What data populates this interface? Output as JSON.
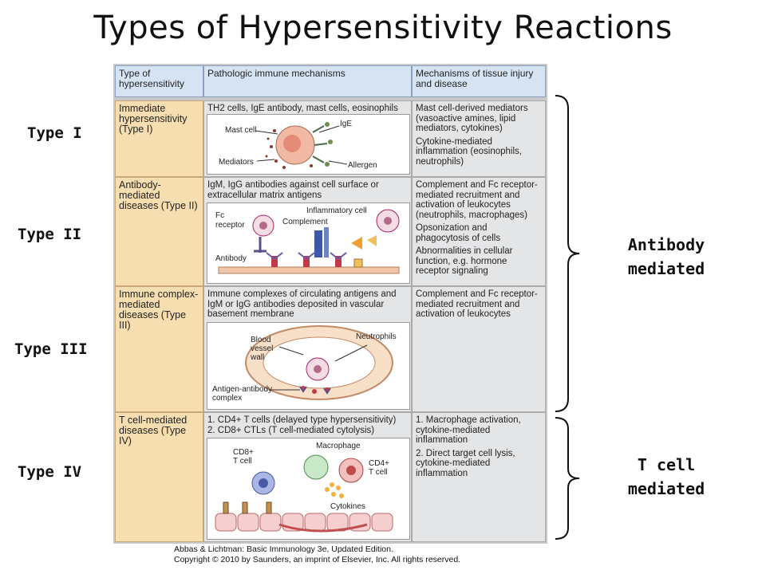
{
  "title": "Types of Hypersensitivity Reactions",
  "side_labels": [
    "Type I",
    "Type II",
    "Type III",
    "Type IV"
  ],
  "right_labels": {
    "antibody": [
      "Antibody",
      "mediated"
    ],
    "tcell": [
      "T cell",
      "mediated"
    ]
  },
  "table": {
    "headers": [
      "Type of hypersensitivity",
      "Pathologic immune mechanisms",
      "Mechanisms of tissue injury and disease"
    ],
    "rows": [
      {
        "type": "Immediate hypersensitivity (Type I)",
        "mechanism": "TH2 cells, IgE antibody, mast cells, eosinophils",
        "injury": [
          "Mast cell-derived mediators (vasoactive amines, lipid mediators, cytokines)",
          "Cytokine-mediated inflammation (eosinophils, neutrophils)"
        ],
        "illus_labels": [
          "Mast cell",
          "IgE",
          "Mediators",
          "Allergen"
        ]
      },
      {
        "type": "Antibody-mediated diseases (Type II)",
        "mechanism": "IgM, IgG antibodies against cell surface or extracellular matrix antigens",
        "injury": [
          "Complement and Fc receptor-mediated recruitment and activation of leukocytes (neutrophils, macrophages)",
          "Opsonization and phagocytosis of cells",
          "Abnormalities in cellular function, e.g. hormone receptor signaling"
        ],
        "illus_labels": [
          "Fc receptor",
          "Inflammatory cell",
          "Complement",
          "Antibody"
        ]
      },
      {
        "type": "Immune complex-mediated diseases (Type III)",
        "mechanism": "Immune complexes of circulating antigens and IgM or IgG antibodies deposited in vascular basement membrane",
        "injury": [
          "Complement and Fc receptor-mediated recruitment and activation of leukocytes"
        ],
        "illus_labels": [
          "Blood vessel wall",
          "Neutrophils",
          "Antigen-antibody complex"
        ]
      },
      {
        "type": "T cell-mediated diseases (Type IV)",
        "mechanism": "1. CD4+ T cells (delayed type hypersensitivity)\n2. CD8+ CTLs (T cell-mediated cytolysis)",
        "injury": [
          "1. Macrophage activation, cytokine-mediated inflammation",
          "2. Direct target cell lysis, cytokine-mediated inflammation"
        ],
        "illus_labels": [
          "Macrophage",
          "CD8+ T cell",
          "CD4+ T cell",
          "Cytokines"
        ]
      }
    ]
  },
  "footer": [
    "Abbas & Lichtman: Basic Immunology 3e, Updated Edition.",
    "Copyright © 2010 by Saunders, an imprint of Elsevier, Inc. All rights reserved."
  ],
  "colors": {
    "header_bg": "#d6e3f2",
    "type_col_bg": "#f6deb0",
    "cell_bg": "#e4e5e7"
  }
}
